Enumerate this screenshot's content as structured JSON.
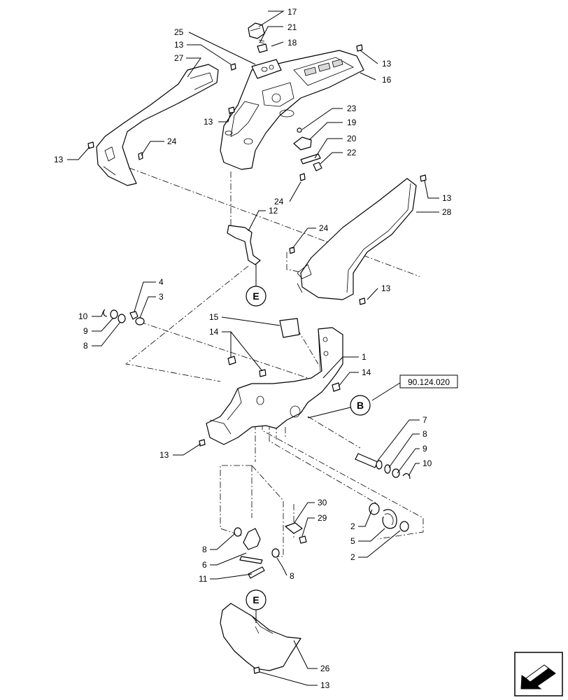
{
  "callouts": {
    "c17": "17",
    "c21": "21",
    "c18": "18",
    "c25": "25",
    "c13_a": "13",
    "c27": "27",
    "c13_b": "13",
    "c16": "16",
    "c13_c": "13",
    "c23": "23",
    "c19": "19",
    "c20": "20",
    "c22": "22",
    "c13_d": "13",
    "c24_a": "24",
    "c24_b": "24",
    "c13_e": "13",
    "c28": "28",
    "c12": "12",
    "c24_c": "24",
    "c13_f": "13",
    "c4": "4",
    "c3": "3",
    "c10_a": "10",
    "c9_a": "9",
    "c8_a": "8",
    "c15": "15",
    "c14_a": "14",
    "c1": "1",
    "c14_b": "14",
    "c13_g": "13",
    "c7": "7",
    "c8_b": "8",
    "c9_b": "9",
    "c10_b": "10",
    "c30": "30",
    "c29": "29",
    "c2_a": "2",
    "c5": "5",
    "c2_b": "2",
    "c8_c": "8",
    "c6": "6",
    "c8_d": "8",
    "c11": "11",
    "c26": "26",
    "c13_h": "13"
  },
  "view_markers": {
    "e_top": "E",
    "e_bottom": "E",
    "b": "B"
  },
  "reference_box": "90.124.020",
  "icons": {
    "corner": "view-direction-arrow-icon"
  }
}
